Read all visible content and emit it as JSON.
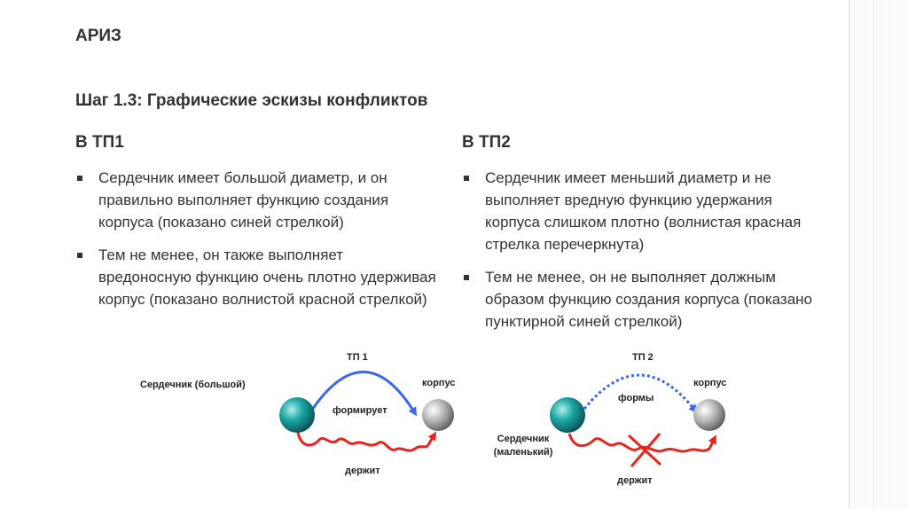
{
  "slide": {
    "title": "АРИЗ",
    "subtitle": "Шаг 1.3: Графические эскизы конфликтов"
  },
  "left": {
    "heading": "В ТП1",
    "bullets": [
      "Сердечник имеет большой диаметр, и он правильно выполняет функцию создания корпуса (показано синей стрелкой)",
      "Тем не менее, он также выполняет вредоносную функцию очень плотно удерживая корпус (показано волнистой красной стрелкой)"
    ]
  },
  "right": {
    "heading": "В ТП2",
    "bullets": [
      "Сердечник имеет меньший диаметр и не выполняет вредную функцию удержания корпуса слишком плотно (волнистая красная стрелка перечеркнута)",
      "Тем не менее, он не выполняет должным образом функцию создания корпуса (показано пунктирной синей стрелкой)"
    ]
  },
  "diagram1": {
    "title": "ТП 1",
    "core_label": "Сердечник (большой)",
    "body_label": "корпус",
    "forms_label": "формирует",
    "holds_label": "держит"
  },
  "diagram2": {
    "title": "ТП 2",
    "core_label": "Сердечник (маленький)",
    "body_label": "корпус",
    "forms_label": "формы",
    "holds_label": "держит"
  },
  "colors": {
    "forms_arrow": "#3a67e8",
    "holds_arrow": "#e8241c",
    "core_ball": "#1aa6a3",
    "body_ball": "#a8a8a8"
  }
}
